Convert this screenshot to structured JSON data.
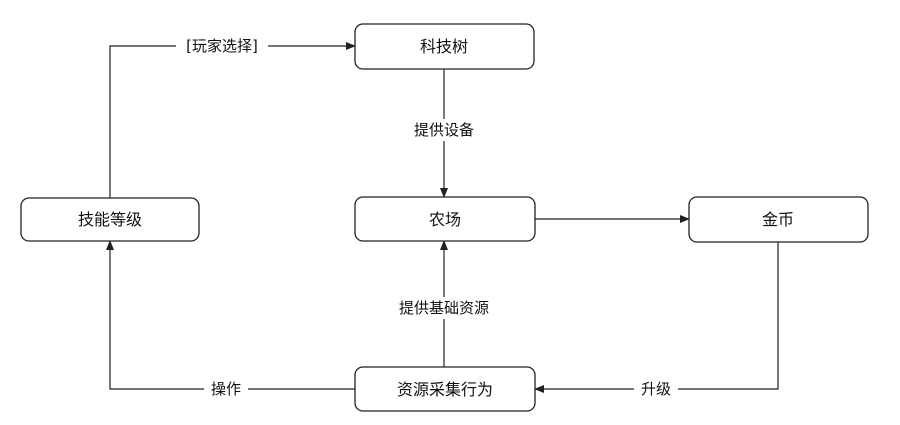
{
  "diagram": {
    "nodes": {
      "tech_tree": "科技树",
      "farm": "农场",
      "gold": "金币",
      "skill_level": "技能等级",
      "resource_gathering": "资源采集行为"
    },
    "edges": {
      "player_choice": "[玩家选择]",
      "provide_equipment": "提供设备",
      "provide_basic_resources": "提供基础资源",
      "operate": "操作",
      "upgrade": "升级"
    },
    "colors": {
      "stroke": "#222222",
      "text": "#111111",
      "background": "#ffffff"
    }
  }
}
